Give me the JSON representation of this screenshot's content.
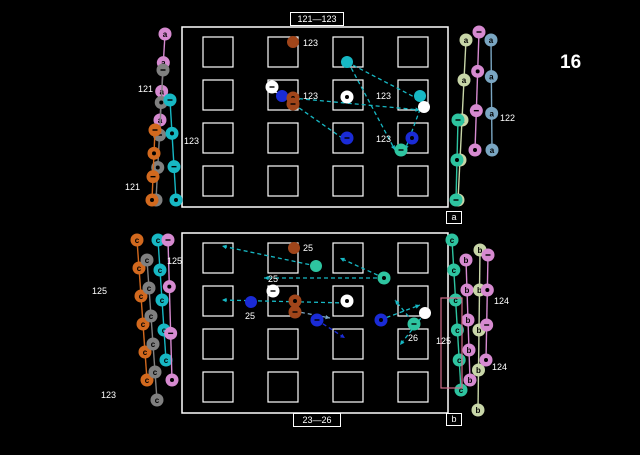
{
  "page_number": "16",
  "panels": [
    {
      "id": "a",
      "letter": "a",
      "top_label": "121—123",
      "bottom_label": "",
      "left_labels": [
        "121",
        "123",
        "121"
      ],
      "right_labels": [
        "122"
      ],
      "dot_labels": [
        "123",
        "123",
        "123",
        "123"
      ]
    },
    {
      "id": "b",
      "letter": "b",
      "top_label": "",
      "bottom_label": "23—26",
      "left_labels": [
        "125",
        "125",
        "123"
      ],
      "right_labels": [
        "124",
        "124",
        "125"
      ],
      "dot_labels": [
        "25",
        "25",
        "25",
        "26"
      ]
    }
  ],
  "colors": {
    "orange": "#d2691e",
    "cyan": "#17b8c4",
    "teal": "#2ec4a0",
    "pink": "#d68ad0",
    "gray": "#808080",
    "navy": "#1a2bd6",
    "brown": "#a0451a",
    "white": "#ffffff",
    "sage": "#c8d6a8",
    "steel": "#7aa6c2",
    "yellow": "#e8e890",
    "green": "#3fb86a"
  }
}
